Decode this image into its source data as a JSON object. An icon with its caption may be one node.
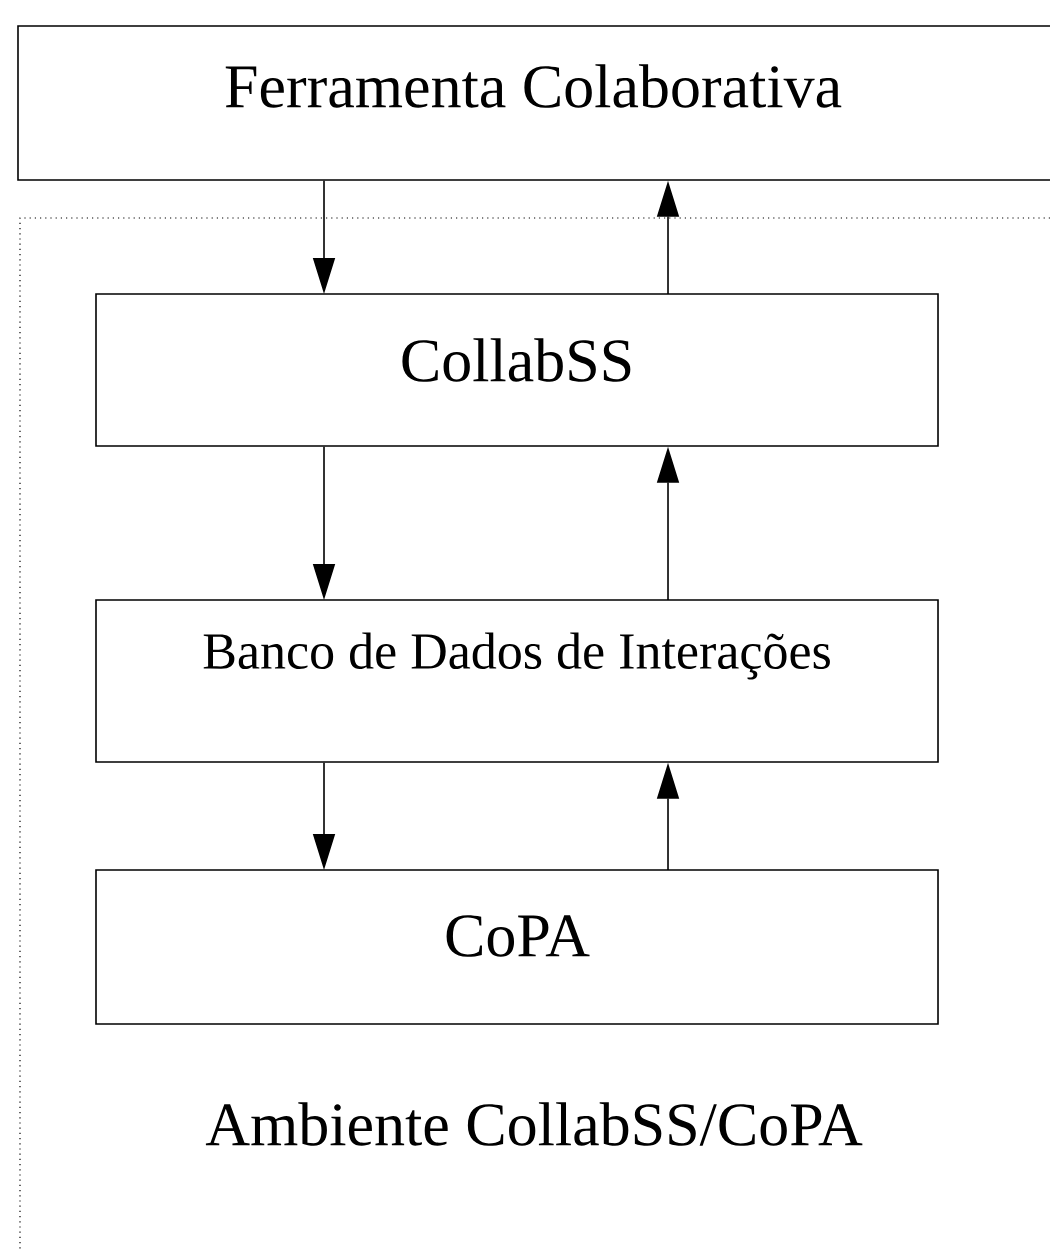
{
  "diagram": {
    "nodes": [
      {
        "text": [
          "Ferramenta Colaborativa"
        ]
      },
      {
        "text": [
          "Ambiente CollabSS/CoPA"
        ]
      },
      {
        "text": [
          "CollabSS"
        ],
        "in": 1
      },
      {
        "text": [
          "Banco de Dados de Interações"
        ],
        "in": 1
      },
      {
        "text": [
          "CoPA"
        ],
        "in": 1
      }
    ],
    "edges": [
      {
        "from": 0,
        "to": 2,
        "arrow": "to"
      },
      {
        "from": 2,
        "to": 0,
        "arrow": "to"
      },
      {
        "from": 2,
        "to": 3,
        "arrow": "to"
      },
      {
        "from": 3,
        "to": 2,
        "arrow": "to"
      },
      {
        "from": 3,
        "to": 4,
        "arrow": "to"
      },
      {
        "from": 4,
        "to": 3,
        "arrow": "to"
      }
    ]
  }
}
